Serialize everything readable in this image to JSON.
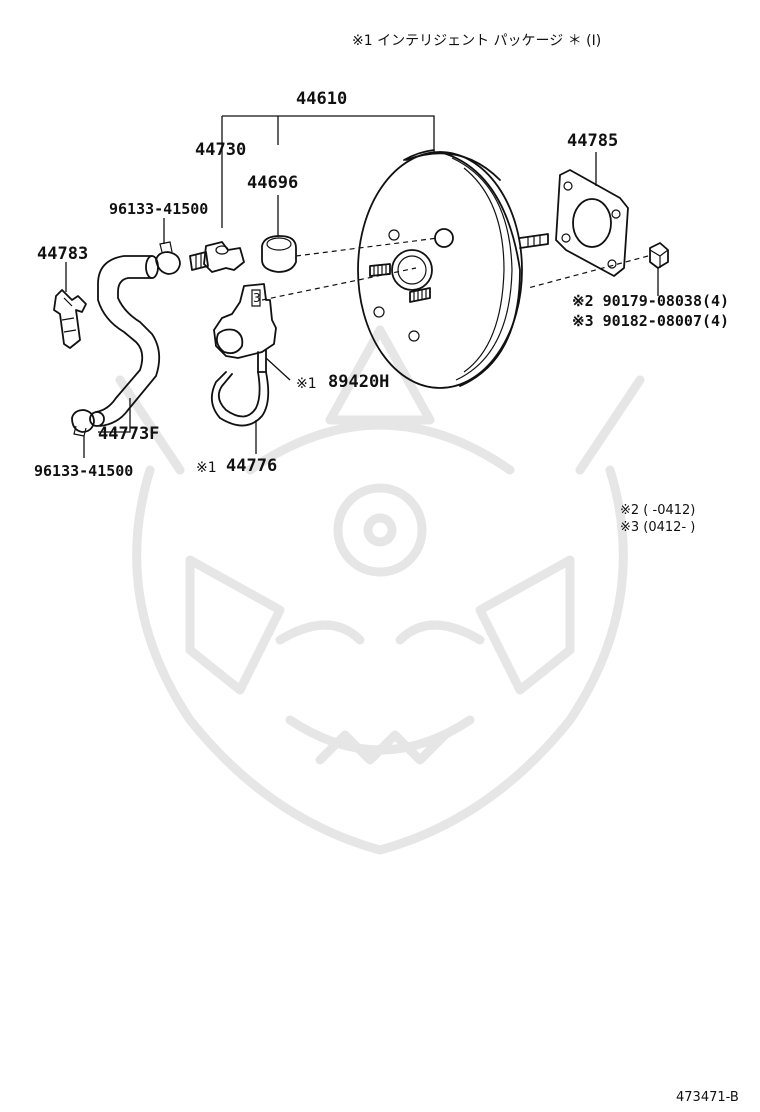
{
  "header": {
    "note": "※1  インテリジェント  パッケージ  ＊ (I)"
  },
  "labels": {
    "booster_assy": "44610",
    "check_valve": "44730",
    "grommet": "44696",
    "gasket": "44785",
    "clip_top": "96133-41500",
    "clamp": "44783",
    "vsv_mark": "※1",
    "vsv": "89420H",
    "hose_main": "44773F",
    "clip_bottom": "96133-41500",
    "hose_small_mark": "※1",
    "hose_small": "44776",
    "nut_a": "※2 90179-08038(4)",
    "nut_b": "※3 90182-08007(4)"
  },
  "footnotes": {
    "line1": "※2 (      -0412)",
    "line2": "※3 (0412-      )"
  },
  "footer": {
    "diagram_id": "473471-B"
  }
}
